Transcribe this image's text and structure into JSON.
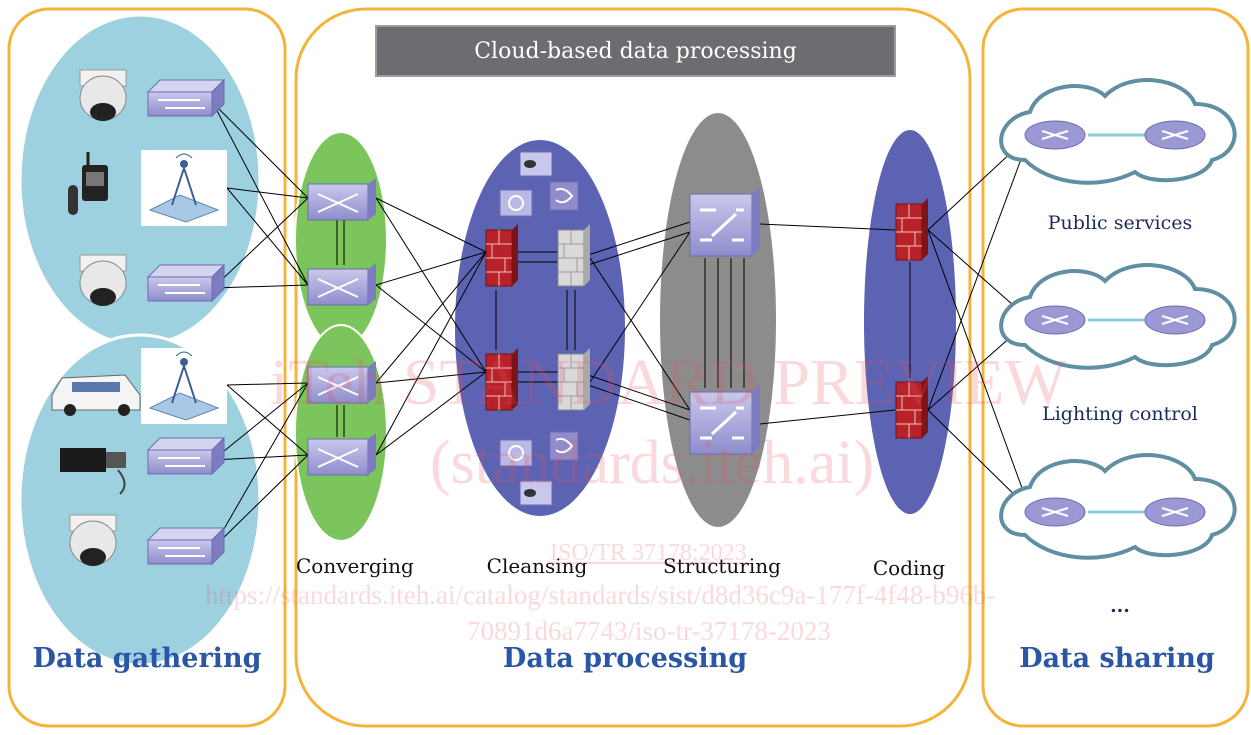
{
  "banner": {
    "title": "Cloud-based data processing"
  },
  "stages": {
    "converging": "Converging",
    "cleansing": "Cleansing",
    "structuring": "Structuring",
    "coding": "Coding"
  },
  "sections": {
    "gathering": "Data gathering",
    "processing": "Data processing",
    "sharing": "Data sharing"
  },
  "services": {
    "public": "Public services",
    "lighting": "Lighting control",
    "more": "..."
  },
  "watermark": {
    "line1": "iTeh STANDARD PREVIEW",
    "line2": "(standards.iteh.ai)",
    "line3": "ISO/TR 37178:2023",
    "line4": "https://standards.iteh.ai/catalog/standards/sist/d8d36c9a-177f-4f48-b96b-",
    "line5": "70891d6a7743/iso-tr-37178-2023"
  },
  "colors": {
    "panel_border": "#f4b43a",
    "gather_ellipse": "#9dd1e0",
    "converge_ellipse": "#7cc45c",
    "cleanse_ellipse": "#5b63b2",
    "structure_ellipse": "#8c8c8c",
    "code_ellipse": "#5b63b2",
    "section_text": "#2a56a4"
  }
}
